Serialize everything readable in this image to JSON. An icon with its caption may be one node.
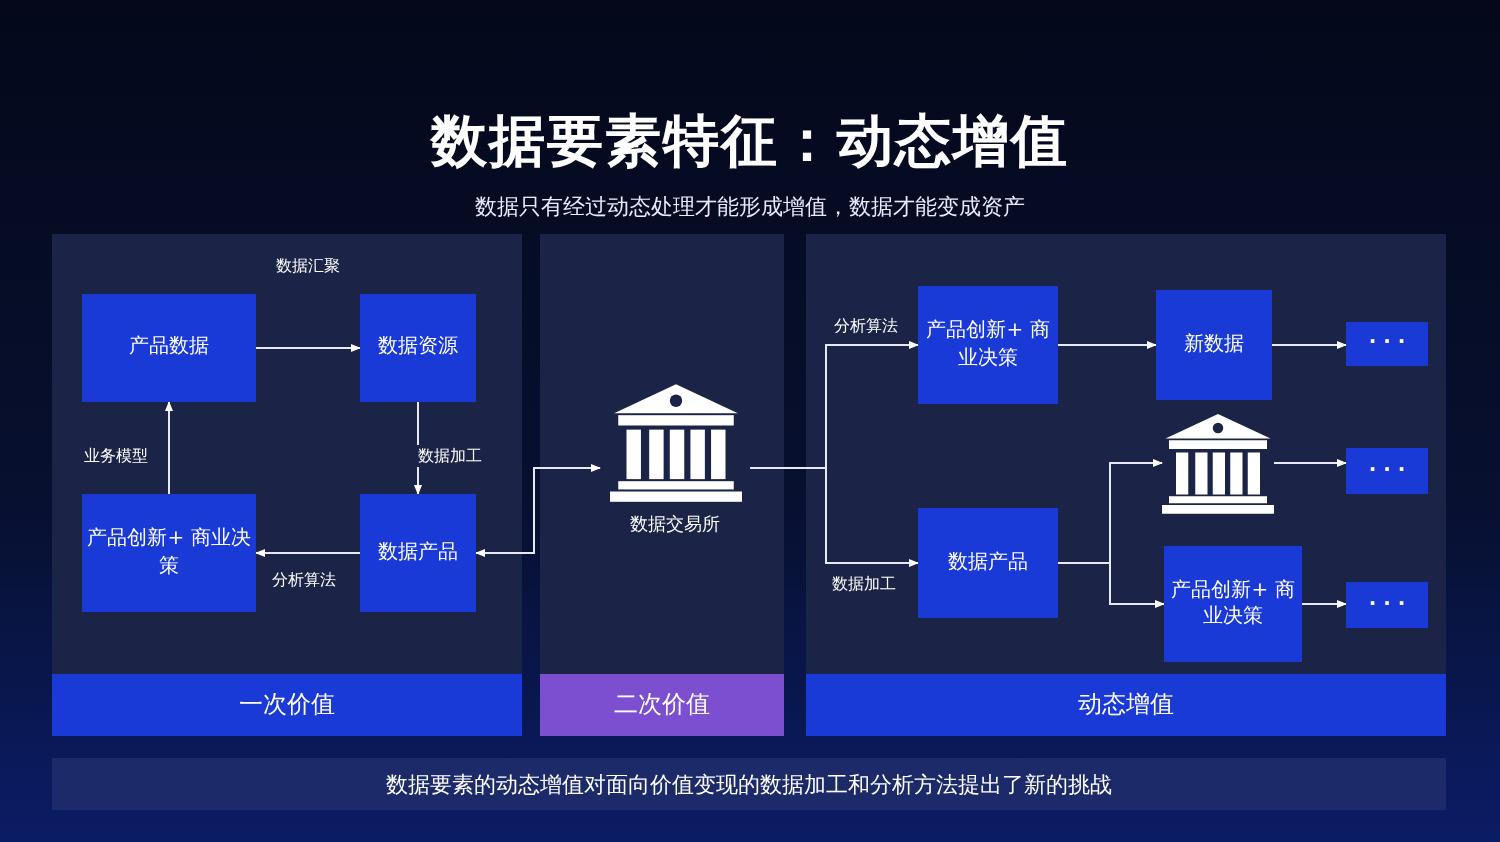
{
  "diagram": {
    "title": "数据要素特征：动态增值",
    "nodes": [
      {
        "text": [
          "一次价值"
        ]
      },
      {
        "text": [
          "产品数据"
        ],
        "in": 0
      },
      {
        "text": [
          "数据资源"
        ],
        "in": 0
      },
      {
        "text": [
          "产品创新+ 商业决策"
        ],
        "in": 0
      },
      {
        "text": [
          "数据产品"
        ],
        "in": 0
      },
      {
        "text": [
          "二次价值"
        ]
      },
      {
        "text": [
          "数据交易所"
        ],
        "in": 5
      },
      {
        "text": [
          "动态增值"
        ]
      },
      {
        "text": [
          "产品创新+ 商业决策"
        ],
        "in": 7
      },
      {
        "text": [
          "新数据"
        ],
        "in": 7
      },
      {
        "text": [
          "· · ·"
        ],
        "in": 7
      },
      {
        "text": [],
        "shape": "picture",
        "in": 7
      },
      {
        "text": [
          "· · ·"
        ],
        "in": 7
      },
      {
        "text": [
          "数据产品"
        ],
        "in": 7
      },
      {
        "text": [
          "产品创新+ 商业决策"
        ],
        "in": 7
      },
      {
        "text": [
          "· · ·"
        ],
        "in": 7
      }
    ],
    "edges": [
      {
        "from": 1,
        "to": 2,
        "arrow": "to",
        "label": "数据汇聚"
      },
      {
        "from": 2,
        "to": 4,
        "arrow": "to",
        "label": "数据加工"
      },
      {
        "from": 4,
        "to": 3,
        "arrow": "to",
        "label": "分析算法"
      },
      {
        "from": 3,
        "to": 1,
        "arrow": "to",
        "label": "业务模型"
      },
      {
        "from": 4,
        "to": 6,
        "arrow": "both"
      },
      {
        "from": 6,
        "to": 8,
        "arrow": "to",
        "label": "分析算法"
      },
      {
        "from": 6,
        "to": 13,
        "arrow": "to",
        "label": "数据加工"
      },
      {
        "from": 8,
        "to": 9,
        "arrow": "to"
      },
      {
        "from": 9,
        "to": 10,
        "arrow": "to"
      },
      {
        "from": 13,
        "to": 11,
        "arrow": "to"
      },
      {
        "from": 13,
        "to": 14,
        "arrow": "to"
      },
      {
        "from": 11,
        "to": 12,
        "arrow": "to"
      },
      {
        "from": 14,
        "to": 15,
        "arrow": "to"
      }
    ],
    "labels": [
      "数据只有经过动态处理才能形成增值，数据才能变成资产",
      "数据要素的动态增值对面向价值变现的数据加工和分析方法提出了新的挑战"
    ]
  }
}
